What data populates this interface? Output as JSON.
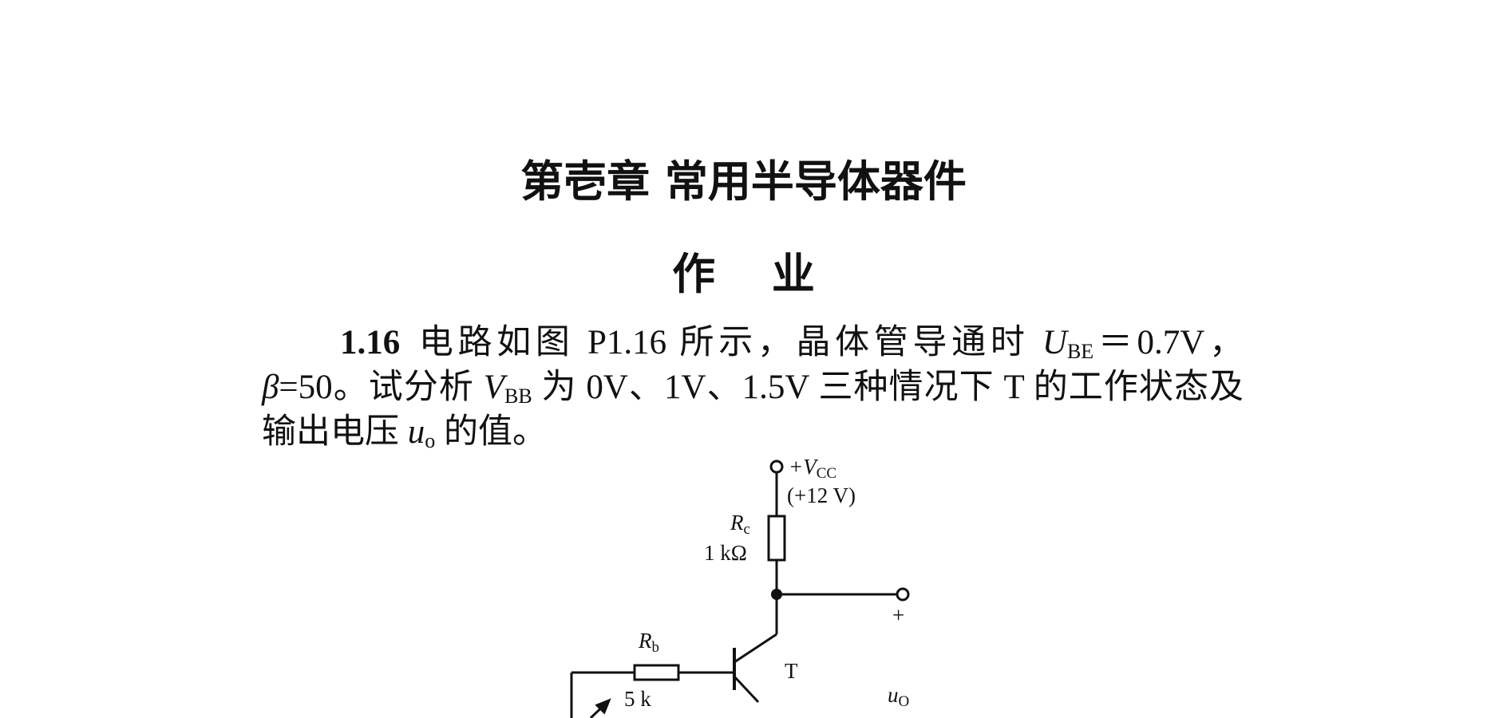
{
  "chapter_title": "第壱章  常用半导体器件",
  "section_title": "作 业",
  "problem": {
    "number": "1.16",
    "seg1": "电路如图 P1.16 所示，晶体管导通时 ",
    "ube_sym": "U",
    "ube_sub": "BE",
    "seg2": "＝0.7V，",
    "beta_sym": "β",
    "seg3": "=50。试分析 ",
    "vbb_sym": "V",
    "vbb_sub": "BB",
    "seg4": " 为 0V、1V、1.5V 三种情况下 T 的工作状态及输出电压 ",
    "uo_sym": "u",
    "uo_sub": "o",
    "seg5": " 的值。"
  },
  "circuit": {
    "vcc_label": "+V",
    "vcc_sub": "CC",
    "vcc_value": "(+12 V)",
    "rc_label": "R",
    "rc_sub": "c",
    "rc_value": "1 kΩ",
    "rb_label": "R",
    "rb_sub": "b",
    "rb_value": "5 k",
    "transistor_label": "T",
    "output_plus": "+",
    "output_label": "u",
    "output_sub": "O"
  }
}
